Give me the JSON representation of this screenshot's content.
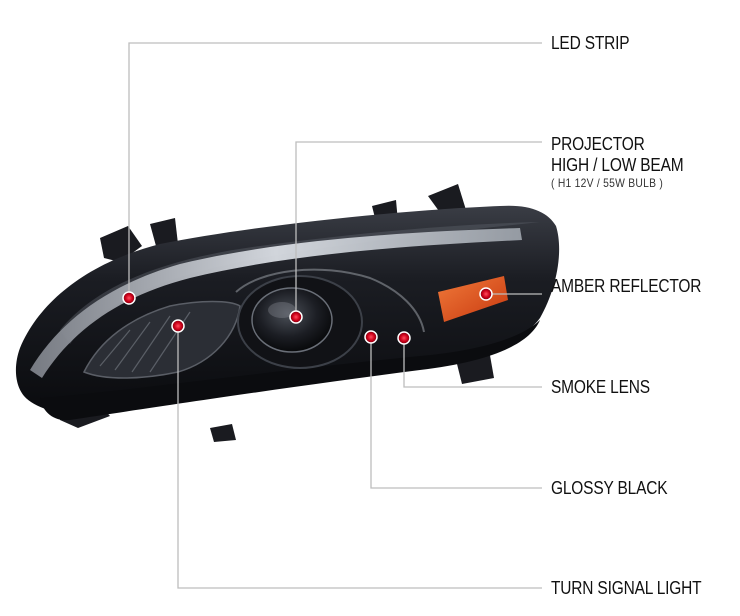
{
  "callouts": [
    {
      "id": "led-strip",
      "lines": [
        "LED STRIP"
      ]
    },
    {
      "id": "projector",
      "lines": [
        "PROJECTOR",
        "HIGH / LOW BEAM"
      ],
      "sub": "( H1  12V / 55W  BULB )"
    },
    {
      "id": "amber-reflector",
      "lines": [
        "AMBER REFLECTOR"
      ]
    },
    {
      "id": "smoke-lens",
      "lines": [
        "SMOKE LENS"
      ]
    },
    {
      "id": "glossy-black",
      "lines": [
        "GLOSSY BLACK"
      ]
    },
    {
      "id": "turn-signal-light",
      "lines": [
        "TURN SIGNAL LIGHT"
      ]
    }
  ],
  "colors": {
    "marker": "#d0021b",
    "leader_line": "#bdbdbd",
    "housing": "#14151a",
    "amber": "#e8501c",
    "text": "#111111"
  }
}
